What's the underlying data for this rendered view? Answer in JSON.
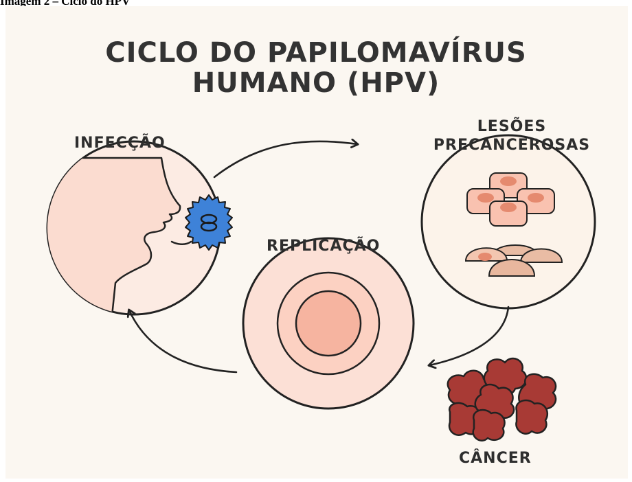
{
  "caption": "Imagem 2 – Ciclo do HPV",
  "title_line1": "CICLO DO PAPILOMAVÍRUS",
  "title_line2": "HUMANO (HPV)",
  "stages": {
    "infection": "INFECÇÃO",
    "lesions_line1": "LESÕES",
    "lesions_line2": "PRECANCEROSAS",
    "replication": "REPLICAÇÃO",
    "cancer": "CÂNCER"
  },
  "colors": {
    "background": "#fbf7f1",
    "skin": "#fbdcd0",
    "virus": "#3e82d8",
    "cancer": "#a83a35",
    "outline": "#222222"
  }
}
